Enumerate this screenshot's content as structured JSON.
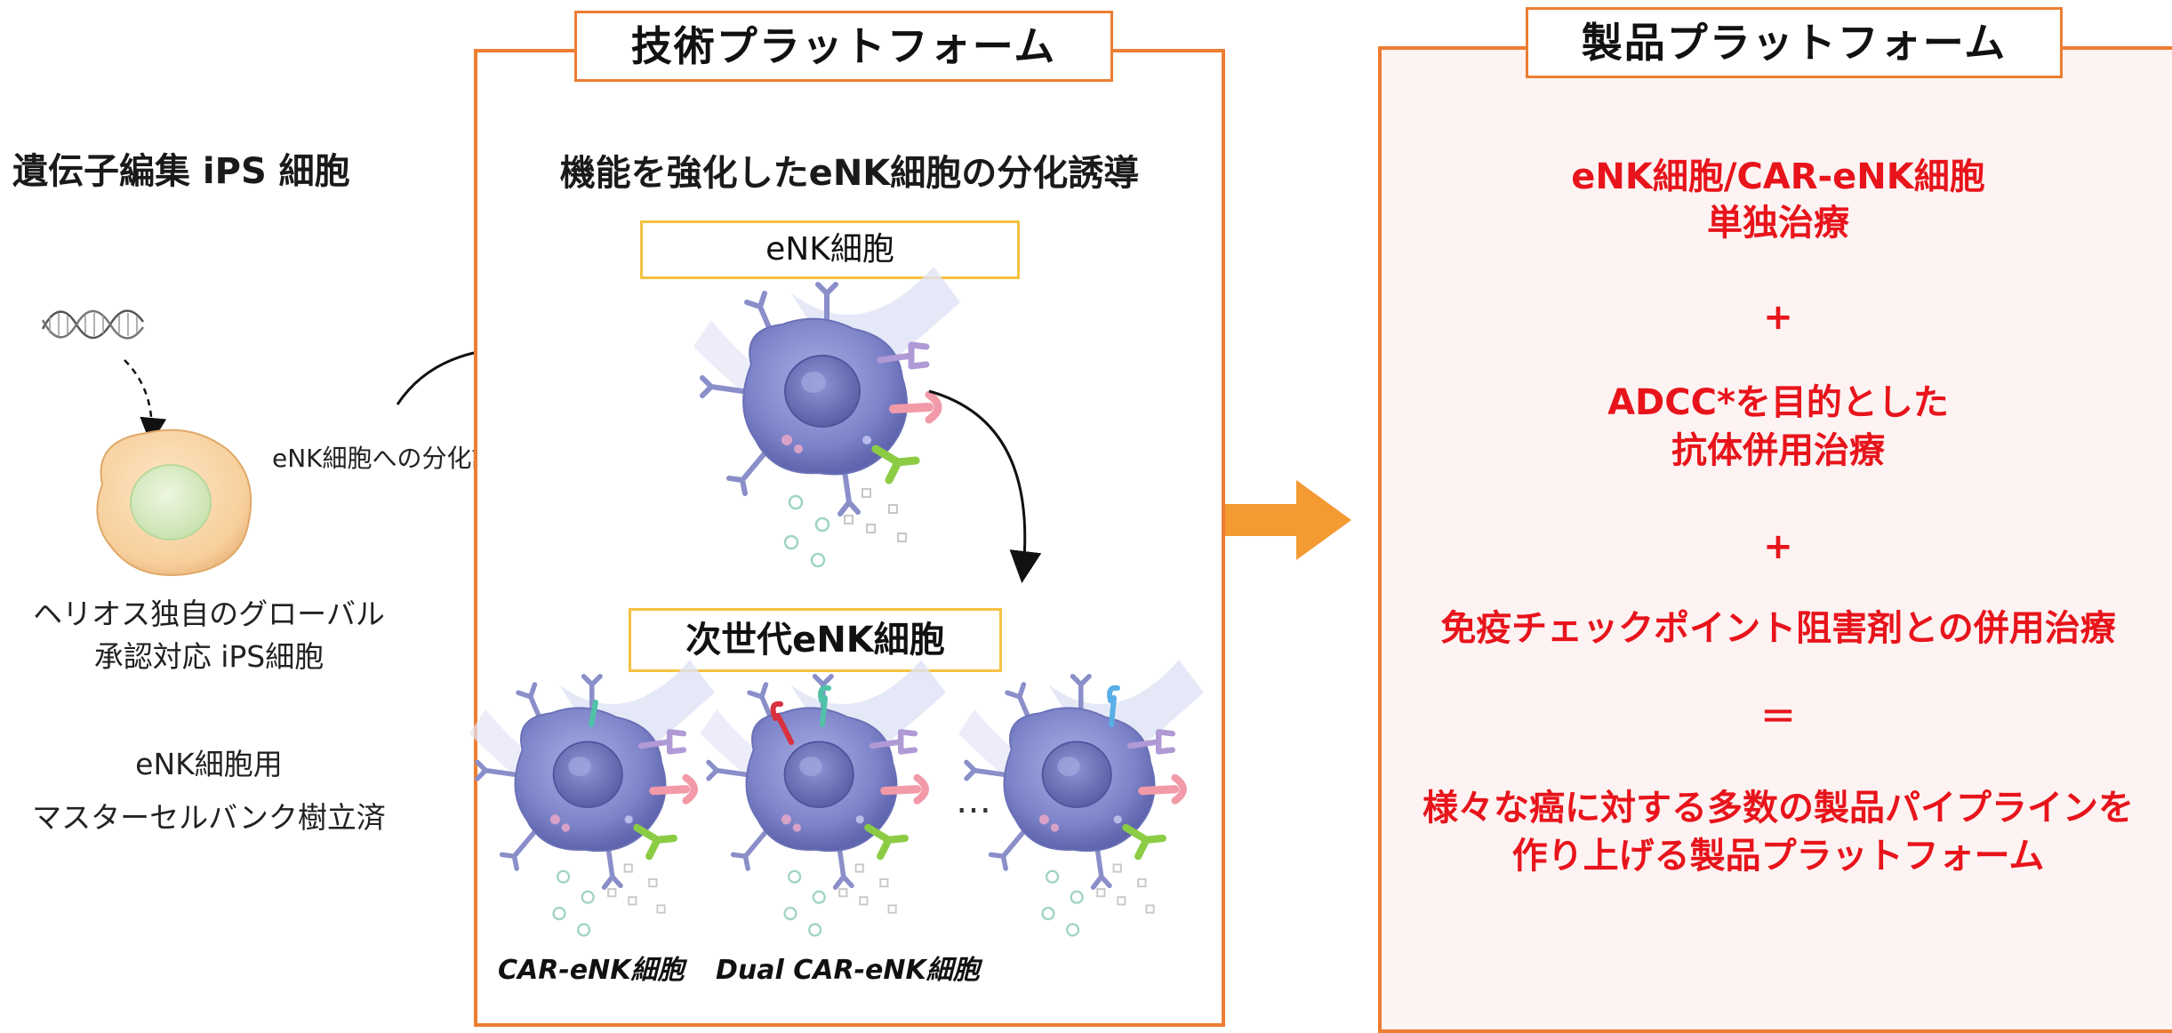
{
  "left": {
    "heading": "遺伝子編集 iPS 細胞",
    "cell_caption_line1": "ヘリオス独自のグローバル",
    "cell_caption_line2": "承認対応 iPS細胞",
    "master_cell_line1": "eNK細胞用",
    "master_cell_line2": "マスターセルバンク樹立済",
    "arrow_label": "eNK細胞への分化誘導"
  },
  "tech": {
    "title": "技術プラットフォーム",
    "heading": "機能を強化したeNK細胞の分化誘導",
    "enk_label": "eNK細胞",
    "next_gen_label": "次世代eNK細胞",
    "variant_1": "CAR-eNK細胞",
    "variant_2": "Dual CAR-eNK細胞",
    "ellipsis": "…"
  },
  "product": {
    "title": "製品プラットフォーム",
    "item1_line1": "eNK細胞/CAR-eNK細胞",
    "item1_line2": "単独治療",
    "plus1": "+",
    "item2_line1": "ADCC*を目的とした",
    "item2_line2": "抗体併用治療",
    "plus2": "+",
    "item3": "免疫チェックポイント阻害剤との併用治療",
    "equals": "＝",
    "result_line1": "様々な癌に対する多数の製品パイプラインを",
    "result_line2": "作り上げる製品プラットフォーム"
  },
  "colors": {
    "frame_orange": "#ed7d31",
    "arrow_orange": "#f39a33",
    "label_yellow": "#f4c242",
    "emphasis_red": "#e8141b",
    "product_bg": "#fdf3f3",
    "nk_cell": "#7d83c8"
  }
}
